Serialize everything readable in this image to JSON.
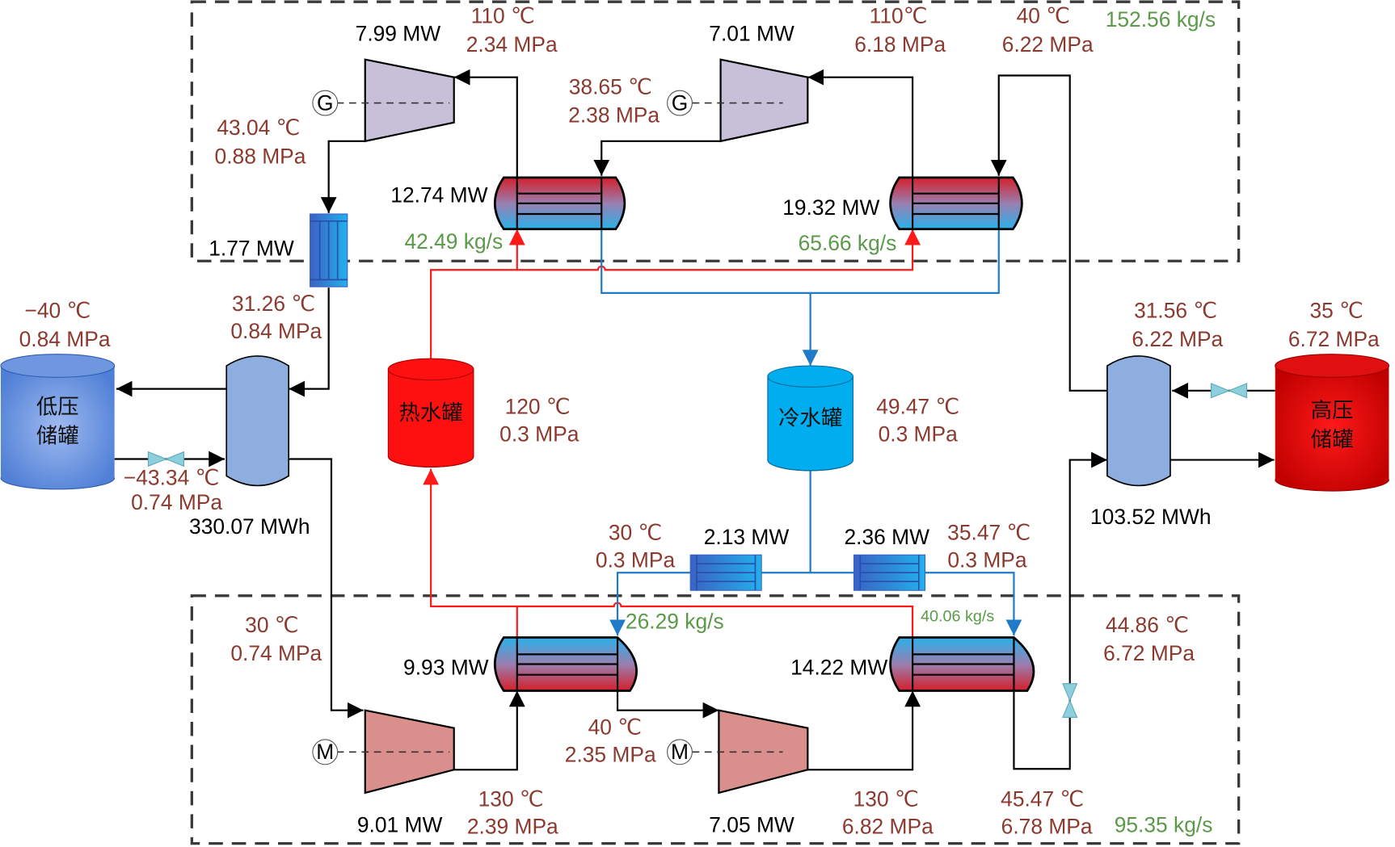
{
  "diagram": {
    "title": "Compressed CO2 energy storage system with hot/cold water tanks",
    "colors": {
      "state_text": "#8b3a2f",
      "flow_text": "#5a9a48",
      "power_text": "#000000",
      "hot_pipe": "#ff1a1a",
      "cold_pipe": "#1f7ac8",
      "turbine_fill": "#c8bfd9",
      "compressor_fill": "#d98f8c",
      "hot_tank": "#ff1010",
      "cold_tank": "#00aeef",
      "lp_tank": "#4f7fd6",
      "hp_tank": "#d00000",
      "valve": "#8ecfdc"
    },
    "tanks": {
      "low_pressure": {
        "line1": "低压",
        "line2": "储罐",
        "temp": "−40 ℃",
        "pressure": "0.84 MPa"
      },
      "high_pressure": {
        "line1": "高压",
        "line2": "储罐",
        "temp": "35 ℃",
        "pressure": "6.72 MPa"
      },
      "hot_water": {
        "label": "热水罐",
        "temp": "120 ℃",
        "pressure": "0.3 MPa"
      },
      "cold_water": {
        "label": "冷水罐",
        "temp": "49.47 ℃",
        "pressure": "0.3 MPa"
      }
    },
    "expansion": {
      "flow_total": "152.56 kg/s",
      "turbine1": {
        "power": "7.99 MW",
        "inlet_temp": "110 ℃",
        "inlet_pressure": "2.34 MPa",
        "outlet_temp": "43.04 ℃",
        "outlet_pressure": "0.88 MPa",
        "gen": "G"
      },
      "turbine2": {
        "power": "7.01 MW",
        "inlet_temp": "110℃",
        "inlet_pressure": "6.18 MPa",
        "outlet_temp": "38.65 ℃",
        "outlet_pressure": "2.38 MPa",
        "gen": "G"
      },
      "reheater1": {
        "power": "12.74 MW",
        "water_flow": "42.49 kg/s"
      },
      "reheater2": {
        "power": "19.32 MW",
        "water_flow": "65.66 kg/s"
      },
      "inlet_state": {
        "temp": "40 ℃",
        "pressure": "6.22 MPa"
      },
      "cooler": {
        "power": "1.77 MW",
        "outlet_temp": "31.26 ℃",
        "outlet_pressure": "0.84 MPa"
      }
    },
    "lp_regen": {
      "energy": "330.07 MWh",
      "valve_outlet_temp": "−43.34 ℃",
      "valve_outlet_pressure": "0.74 MPa"
    },
    "hp_regen": {
      "energy": "103.52 MWh",
      "outlet_temp": "31.56 ℃",
      "outlet_pressure": "6.22 MPa"
    },
    "water_coolers": {
      "cooler1": {
        "power": "2.13 MW",
        "temp": "30 ℃",
        "pressure": "0.3 MPa",
        "flow": "26.29 kg/s"
      },
      "cooler2": {
        "power": "2.36 MW",
        "temp": "35.47 ℃",
        "pressure": "0.3 MPa",
        "flow": "40.06 kg/s"
      }
    },
    "compression": {
      "flow_total": "95.35 kg/s",
      "compressor1": {
        "power": "9.01 MW",
        "inlet_temp": "30 ℃",
        "inlet_pressure": "0.74 MPa",
        "outlet_temp": "130 ℃",
        "outlet_pressure": "2.39 MPa",
        "motor": "M"
      },
      "compressor2": {
        "power": "7.05 MW",
        "inlet_temp": "40 ℃",
        "inlet_pressure": "2.35 MPa",
        "outlet_temp": "130 ℃",
        "outlet_pressure": "6.82 MPa",
        "motor": "M"
      },
      "intercooler1": {
        "power": "9.93 MW"
      },
      "intercooler2": {
        "power": "14.22 MW",
        "outlet_temp": "45.47 ℃",
        "outlet_pressure": "6.78 MPa"
      },
      "valve_outlet": {
        "temp": "44.86 ℃",
        "pressure": "6.72 MPa"
      }
    }
  }
}
